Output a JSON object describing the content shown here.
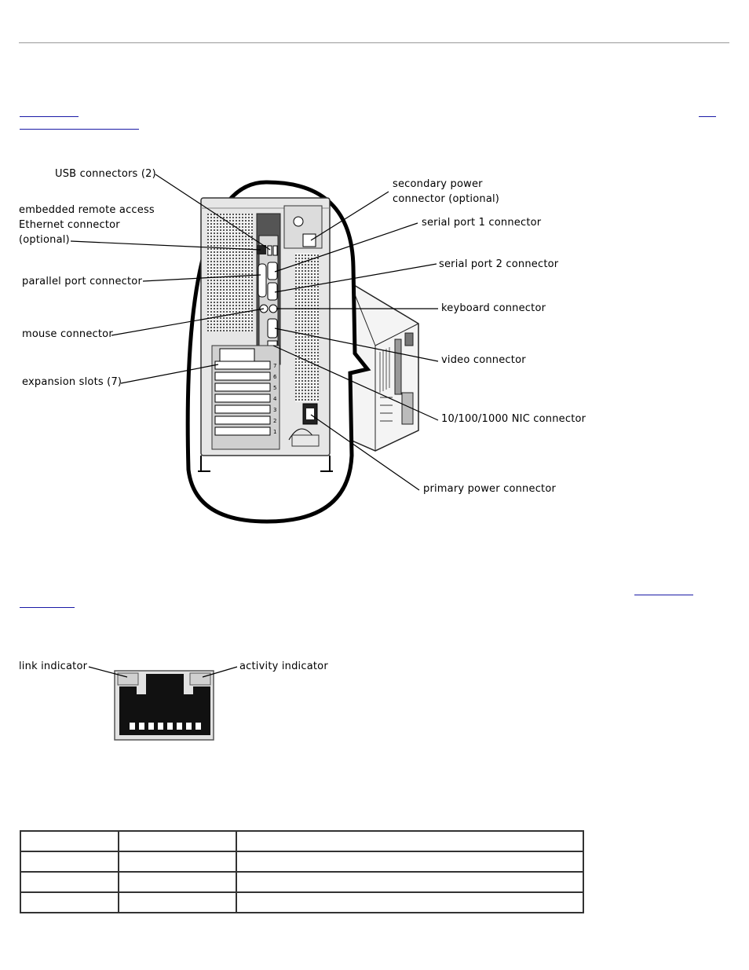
{
  "figure1": {
    "labels": {
      "usb": "USB connectors (2)",
      "remote_access_1": "embedded remote access",
      "remote_access_2": "Ethernet connector",
      "remote_access_3": "(optional)",
      "parallel": "parallel port connector",
      "mouse": "mouse connector",
      "expansion": "expansion slots (7)",
      "secondary_power_1": "secondary power",
      "secondary_power_2": "connector (optional)",
      "serial1": "serial port 1 connector",
      "serial2": "serial port 2 connector",
      "keyboard": "keyboard connector",
      "video": "video connector",
      "nic": "10/100/1000 NIC connector",
      "primary_power": "primary power connector"
    },
    "slot_numbers": [
      "7",
      "6",
      "5",
      "4",
      "3",
      "2",
      "1"
    ]
  },
  "figure2": {
    "labels": {
      "link": "link indicator",
      "activity": "activity indicator"
    }
  },
  "table": {
    "rows": [
      [
        "",
        "",
        ""
      ],
      [
        "",
        "",
        ""
      ],
      [
        "",
        "",
        ""
      ],
      [
        "",
        "",
        ""
      ]
    ]
  }
}
